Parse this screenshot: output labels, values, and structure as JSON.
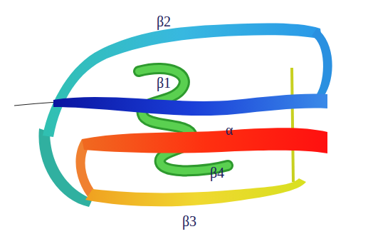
{
  "diagram": {
    "labels": [
      "β2",
      "β1",
      "α",
      "β4",
      "β3"
    ]
  }
}
